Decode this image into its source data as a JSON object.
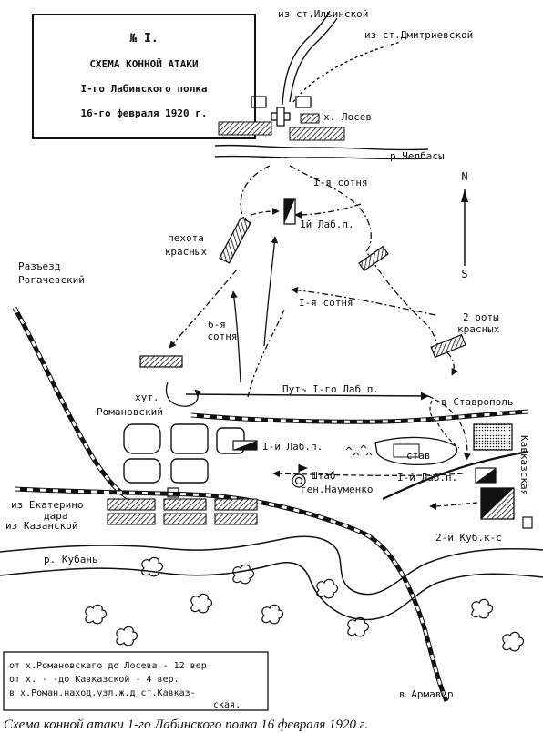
{
  "title": {
    "number": "№ I.",
    "line1": "СХЕМА КОННОЙ АТАКИ",
    "line2": "I-го Лабинского полка",
    "line3": "16-го февраля 1920 г."
  },
  "labels": {
    "from_ilinskaya": "из ст.Ильинской",
    "from_dmitrievskaya": "из ст.Дмитриевской",
    "khutor_losev": "х. Лосев",
    "river_chelbasy": "р.Челбасы",
    "sotnya_top": "I-я сотня",
    "north": "N",
    "south": "S",
    "infantry_line1": "пехота",
    "infantry_line2": "красных",
    "lab1_top": "1й Лаб.п.",
    "razezd_line1": "Разъезд",
    "razezd_line2": "Рогачевский",
    "sotnya_mid": "I-я сотня",
    "sotnya6_line1": "6-я",
    "sotnya6_line2": "сотня",
    "two_companies_line1": "2 роты",
    "two_companies_line2": "красных",
    "khutor_rom_line1": "хут.",
    "khutor_rom_line2": "Романовский",
    "route_label": "Путь I-го Лаб.п.",
    "to_stavropol": "в Ставрополь",
    "lab1_mid": "I-й Лаб.п.",
    "stav": "став",
    "hq_line1": "Штаб",
    "hq_line2": "ген.Науменко",
    "lab1_right": "I-й Лаб.п.",
    "kavkazskaya": "Кавказская",
    "from_ekaterinodar_line1": "из Екатерино",
    "from_ekaterinodar_line2": "дара",
    "from_kazanskaya": "из Казанской",
    "river_kuban": "р. Кубань",
    "kuban_regiment": "2-й Куб.к-с",
    "to_armavir": "в Армавир"
  },
  "notes": [
    "от х.Романовскаго до Лосева - 12 вер",
    "от х.    -    -до Кавказской - 4 вер.",
    "в х.Роман.наход.узл.ж.д.ст.Кавказ-",
    "ская."
  ],
  "caption": "Схема конной атаки 1-го Лабинского полка 16 февраля 1920 г."
}
